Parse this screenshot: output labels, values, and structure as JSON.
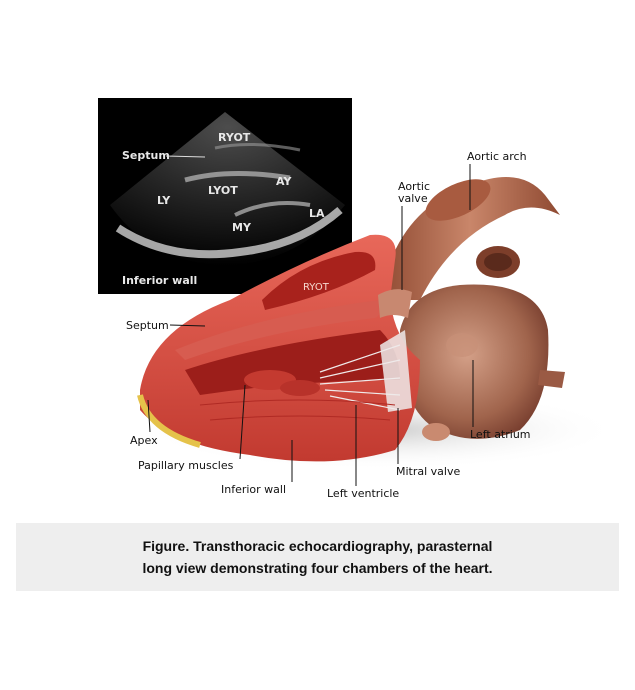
{
  "echo_labels": {
    "ryot": "RYOT",
    "septum": "Septum",
    "lyot": "LYOT",
    "ay": "AY",
    "ly": "LY",
    "la": "LA",
    "my": "MY",
    "inferior_wall": "Inferior wall"
  },
  "heart_labels": {
    "aortic_arch": "Aortic arch",
    "aortic_valve_line1": "Aortic",
    "aortic_valve_line2": "valve",
    "ryot": "RYOT",
    "septum": "Septum",
    "apex": "Apex",
    "papillary_muscles": "Papillary muscles",
    "inferior_wall": "Inferior wall",
    "left_ventricle": "Left ventricle",
    "mitral_valve": "Mitral valve",
    "left_atrium": "Left atrium"
  },
  "caption": {
    "line1": "Figure. Transthoracic echocardiography, parasternal",
    "line2": "long view demonstrating four chambers of the heart."
  },
  "colors": {
    "myocardium": "#d9443a",
    "myocardium_dark": "#a82a24",
    "aorta": "#b86a4e",
    "atrium": "#b0735a",
    "echo_bg": "#000000",
    "caption_bg": "#eeeeee"
  }
}
